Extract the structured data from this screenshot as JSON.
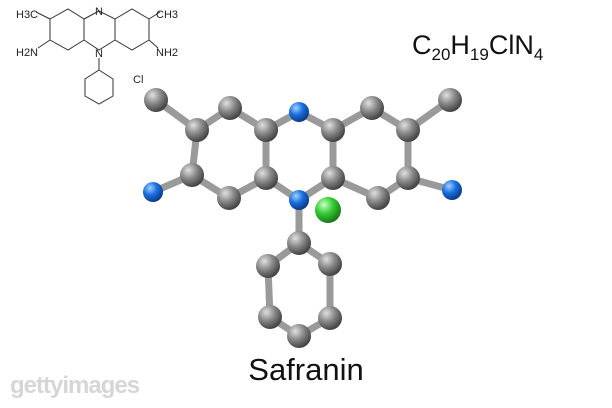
{
  "structure_2d": {
    "labels": {
      "h3c_left": "H3C",
      "ch3_right": "CH3",
      "n_top": "N",
      "n_bottom": "N",
      "nh2_left": "H2N",
      "nh2_right": "NH2",
      "cl": "Cl"
    }
  },
  "formula": {
    "c": "C",
    "c_n": "20",
    "h": "H",
    "h_n": "19",
    "rest": "ClN",
    "n_n": "4"
  },
  "name": "Safranin",
  "watermark": "gettyimages",
  "colors": {
    "carbon": "#8a8a8a",
    "nitrogen": "#1a6fe0",
    "chlorine": "#33cc33",
    "bond": "#9a9a9a"
  }
}
